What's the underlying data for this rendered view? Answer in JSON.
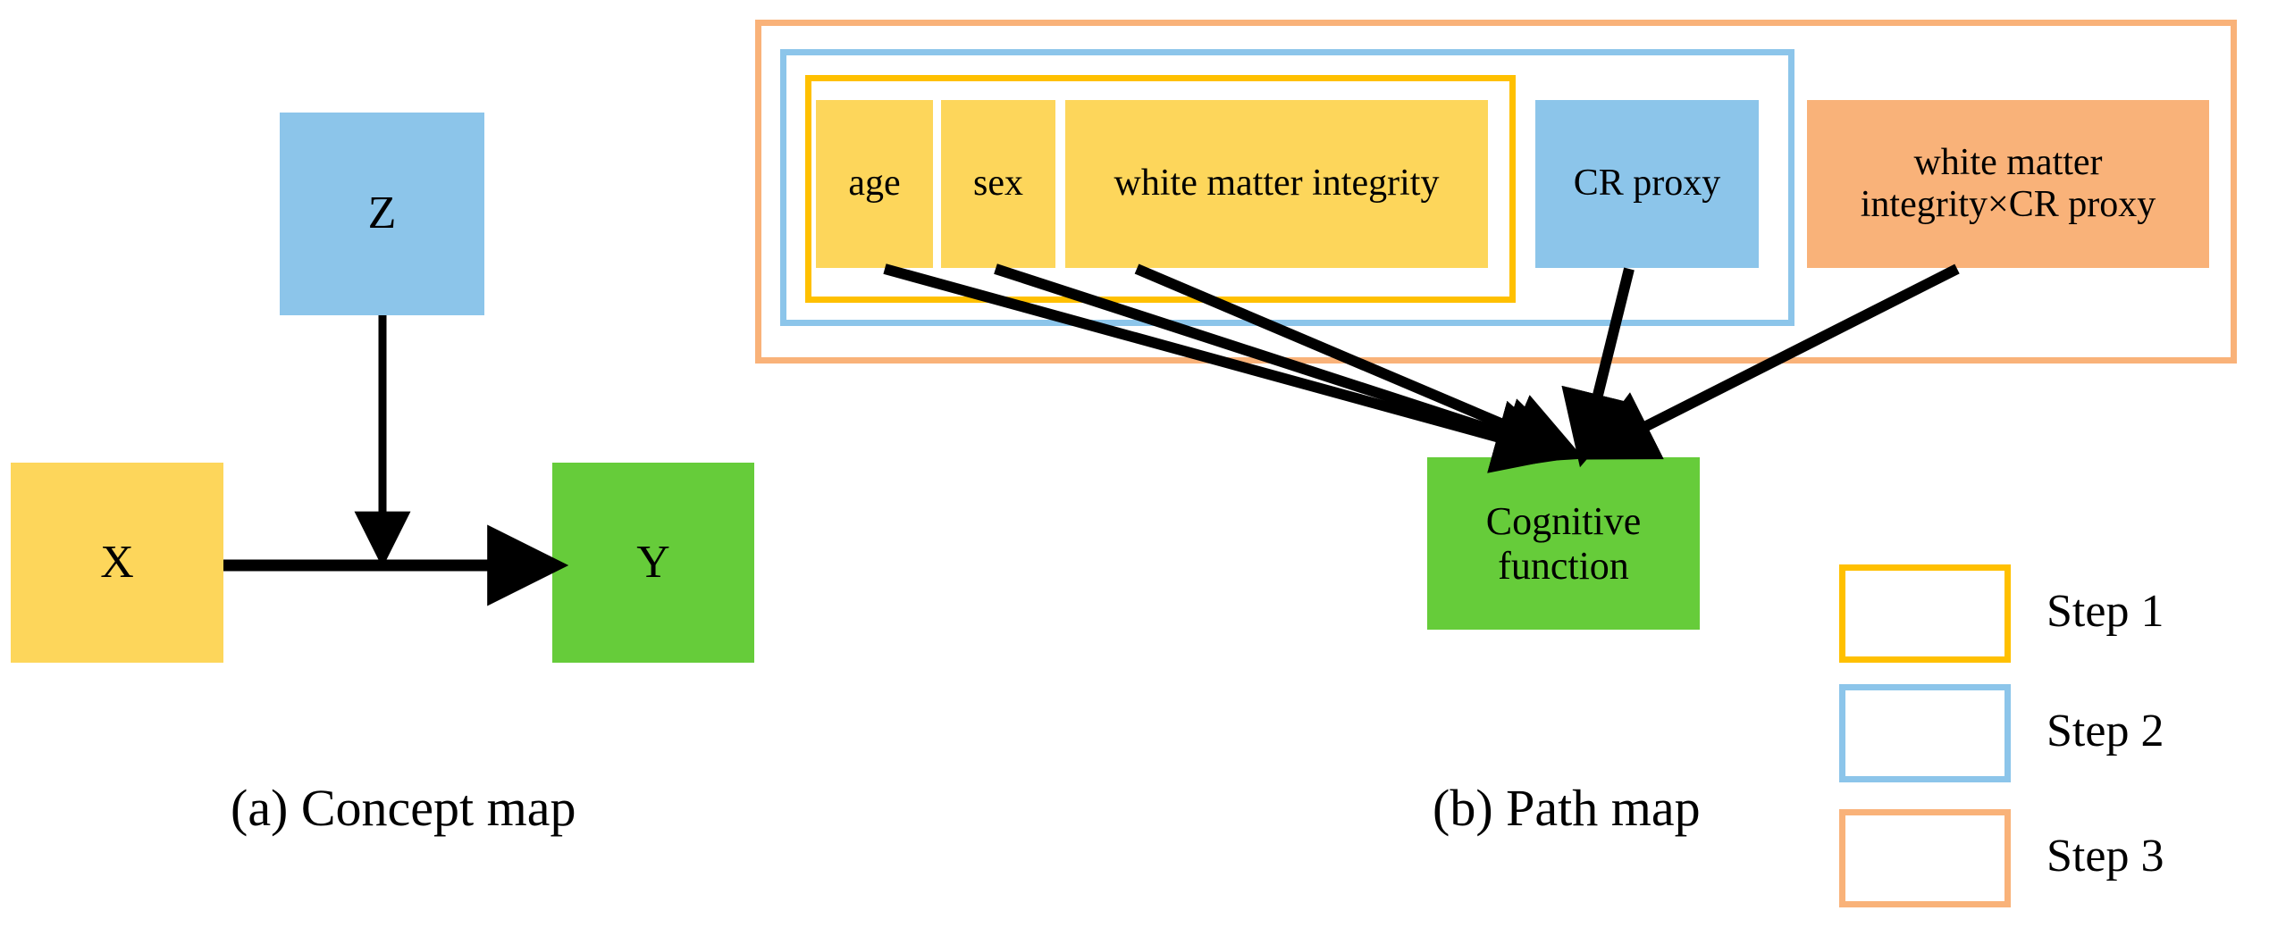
{
  "figure": {
    "panels": [
      {
        "id": "a",
        "caption": "(a) Concept map",
        "nodes": [
          {
            "name": "z",
            "label": "Z",
            "color": "#8cc5ea"
          },
          {
            "name": "x",
            "label": "X",
            "color": "#fdd65b"
          },
          {
            "name": "y",
            "label": "Y",
            "color": "#66cc3a"
          }
        ],
        "edges": [
          {
            "from": "Z",
            "to": "X→Y path"
          },
          {
            "from": "X",
            "to": "Y"
          }
        ]
      },
      {
        "id": "b",
        "caption": "(b) Path map",
        "predictors": [
          {
            "name": "age",
            "label": "age",
            "color": "#fdd65b",
            "step": "Step 1"
          },
          {
            "name": "sex",
            "label": "sex",
            "color": "#fdd65b",
            "step": "Step 1"
          },
          {
            "name": "white-matter-integrity",
            "label": "white matter integrity",
            "color": "#fdd65b",
            "step": "Step 1"
          },
          {
            "name": "cr-proxy",
            "label": "CR proxy",
            "color": "#8cc5ea",
            "step": "Step 2"
          },
          {
            "name": "interaction",
            "label": "white matter integrity×CR proxy",
            "color": "#f9b279",
            "step": "Step 3"
          }
        ],
        "outcome": {
          "name": "cognitive-function",
          "label": "Cognitive function",
          "color": "#66cc3a"
        },
        "step_frames": [
          {
            "name": "step1-frame",
            "color": "#ffc000"
          },
          {
            "name": "step2-frame",
            "color": "#8cc5ea"
          },
          {
            "name": "step3-frame",
            "color": "#f9b279"
          }
        ]
      }
    ],
    "legend": {
      "title": "",
      "items": [
        {
          "label": "Step 1",
          "color": "#ffc000"
        },
        {
          "label": "Step 2",
          "color": "#8cc5ea"
        },
        {
          "label": "Step 3",
          "color": "#f9b279"
        }
      ]
    },
    "colors": {
      "yellow_fill": "#fdd65b",
      "blue_fill": "#8cc5ea",
      "green_fill": "#66cc3a",
      "orange_fill": "#f9b279",
      "step1_border": "#ffc000",
      "step2_border": "#8cc5ea",
      "step3_border": "#f9b279",
      "arrow": "#000000",
      "background": "#ffffff"
    }
  }
}
